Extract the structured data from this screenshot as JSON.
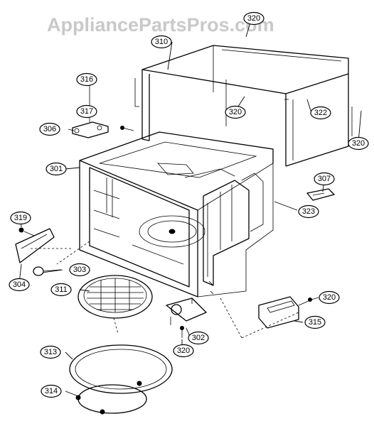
{
  "watermark": "AppliancePartsPros.com",
  "parts": [
    {
      "key": "p310",
      "label": "310"
    },
    {
      "key": "p320_top",
      "label": "320"
    },
    {
      "key": "p316",
      "label": "316"
    },
    {
      "key": "p317",
      "label": "317"
    },
    {
      "key": "p306",
      "label": "306"
    },
    {
      "key": "p320_mid",
      "label": "320"
    },
    {
      "key": "p322",
      "label": "322"
    },
    {
      "key": "p320_right",
      "label": "320"
    },
    {
      "key": "p301",
      "label": "301"
    },
    {
      "key": "p307",
      "label": "307"
    },
    {
      "key": "p323",
      "label": "323"
    },
    {
      "key": "p319",
      "label": "319"
    },
    {
      "key": "p303",
      "label": "303"
    },
    {
      "key": "p304",
      "label": "304"
    },
    {
      "key": "p311",
      "label": "311"
    },
    {
      "key": "p320_low",
      "label": "320"
    },
    {
      "key": "p315",
      "label": "315"
    },
    {
      "key": "p302",
      "label": "302"
    },
    {
      "key": "p320_bottom",
      "label": "320"
    },
    {
      "key": "p313",
      "label": "313"
    },
    {
      "key": "p314",
      "label": "314"
    }
  ]
}
